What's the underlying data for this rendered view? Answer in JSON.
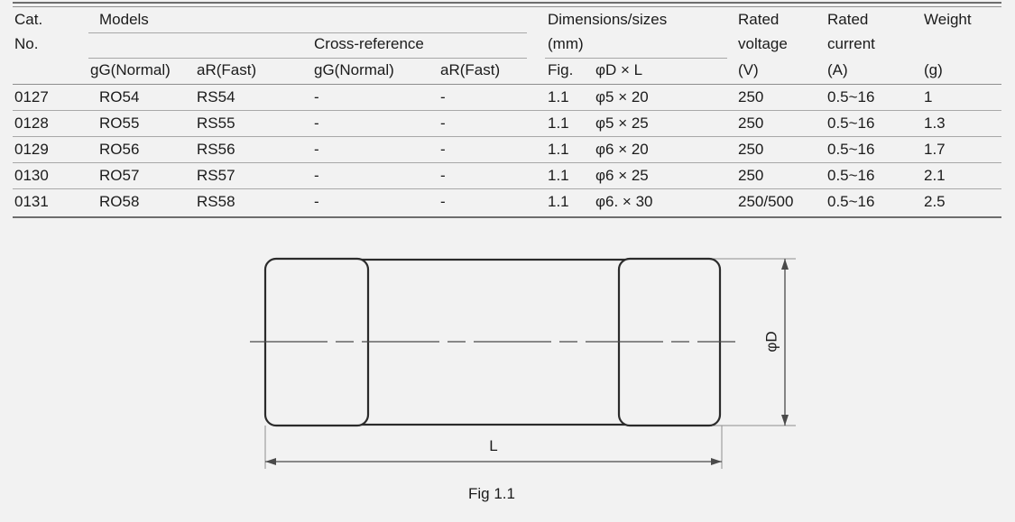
{
  "table": {
    "header": {
      "cat_no_line1": "Cat.",
      "cat_no_line2": "No.",
      "models": "Models",
      "cross_reference": "Cross-reference",
      "dimensions_line1": "Dimensions/sizes",
      "dimensions_line2": "(mm)",
      "rated_voltage_line1": "Rated",
      "rated_voltage_line2": "voltage",
      "rated_voltage_unit": "(V)",
      "rated_current_line1": "Rated",
      "rated_current_line2": "current",
      "rated_current_unit": "(A)",
      "weight": "Weight",
      "weight_unit": "(g)",
      "sub": {
        "models_gg": "gG(Normal)",
        "models_ar": "aR(Fast)",
        "xref_gg": "gG(Normal)",
        "xref_ar": "aR(Fast)",
        "fig": "Fig.",
        "size": "φD × L"
      }
    },
    "columns": [
      "Cat. No.",
      "gG(Normal)",
      "aR(Fast)",
      "gG(Normal)",
      "aR(Fast)",
      "Fig.",
      "φD × L",
      "Rated voltage (V)",
      "Rated current (A)",
      "Weight (g)"
    ],
    "rows": [
      {
        "cat_no": "0127",
        "model_gg": "RO54",
        "model_ar": "RS54",
        "xref_gg": "-",
        "xref_ar": "-",
        "fig": "1.1",
        "size": "φ5 × 20",
        "voltage": "250",
        "current": "0.5~16",
        "weight": "1"
      },
      {
        "cat_no": "0128",
        "model_gg": "RO55",
        "model_ar": "RS55",
        "xref_gg": "-",
        "xref_ar": "-",
        "fig": "1.1",
        "size": "φ5 × 25",
        "voltage": "250",
        "current": "0.5~16",
        "weight": "1.3"
      },
      {
        "cat_no": "0129",
        "model_gg": "RO56",
        "model_ar": "RS56",
        "xref_gg": "-",
        "xref_ar": "-",
        "fig": "1.1",
        "size": "φ6 × 20",
        "voltage": "250",
        "current": "0.5~16",
        "weight": "1.7"
      },
      {
        "cat_no": "0130",
        "model_gg": "RO57",
        "model_ar": "RS57",
        "xref_gg": "-",
        "xref_ar": "-",
        "fig": "1.1",
        "size": "φ6 × 25",
        "voltage": "250",
        "current": "0.5~16",
        "weight": "2.1"
      },
      {
        "cat_no": "0131",
        "model_gg": "RO58",
        "model_ar": "RS58",
        "xref_gg": "-",
        "xref_ar": "-",
        "fig": "1.1",
        "size": "φ6. × 30",
        "voltage": "250/500",
        "current": "0.5~16",
        "weight": "2.5"
      }
    ]
  },
  "figure": {
    "caption": "Fig 1.1",
    "length_label": "L",
    "diameter_label": "φD"
  },
  "colors": {
    "background": "#f2f2f2",
    "text": "#1b1b1b",
    "rule": "#8e8e8e",
    "rule_light": "#a8a8a8",
    "outline": "#2b2b2b",
    "dim_line": "#555555"
  }
}
